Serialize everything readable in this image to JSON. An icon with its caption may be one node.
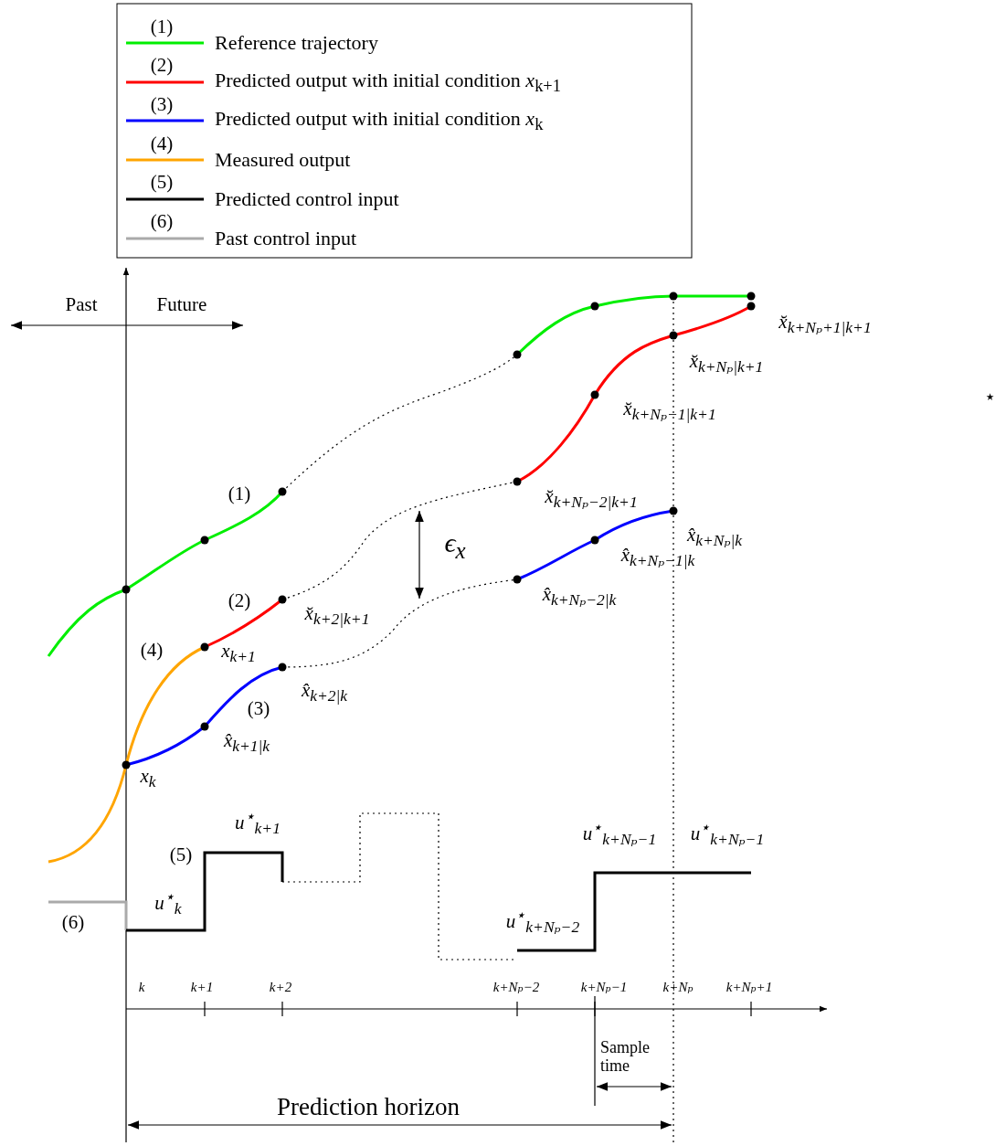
{
  "diagram": {
    "labels": [
      "(1)",
      "(2)",
      "(3)",
      "(4)",
      "(5)",
      "(6)",
      "Past",
      "Future",
      "x̆$_{k+Nₚ+1|k+1}$",
      "x̆$_{k+Nₚ|k+1}$",
      "⋆",
      "x̆$_{k+Nₚ−1|k+1}$",
      "(1)",
      "x̆$_{k+Nₚ−2|k+1}$",
      "ϵ$_{x}$",
      "x̂$_{k+Nₚ|k}$",
      "x̂$_{k+Nₚ−1|k}$",
      "(2)",
      "x̂$_{k+Nₚ−2|k}$",
      "x̆$_{k+2|k+1}$",
      "(4)",
      "x$_{k+1}$",
      "x̂$_{k+2|k}$",
      "(3)",
      "x̂$_{k+1|k}$",
      "x$_{k}$",
      "u$^{⋆}$$_{k+1}$",
      "u$^{⋆}$$_{k+Nₚ−1}$",
      "u$^{⋆}$$_{k+Nₚ−1}$",
      "(5)",
      "(6)",
      "u$^{⋆}$$_{k}$",
      "u$^{⋆}$$_{k+Nₚ−2}$",
      "k",
      "k+1",
      "k+2",
      "k+Nₚ−2",
      "k+Nₚ−1",
      "k+Nₚ",
      "k+Nₚ+1",
      "Sample time",
      "Prediction horizon"
    ],
    "legend": [
      {
        "text": "Reference trajectory",
        "color": "#00ee00"
      },
      {
        "text": "Predicted output with initial condition *x*$_{k+1}$",
        "color": "#ff0000"
      },
      {
        "text": "Predicted output with initial condition *x*$_{k}$",
        "color": "#0000ff"
      },
      {
        "text": "Measured output",
        "color": "#ffa500"
      },
      {
        "text": "Predicted control input",
        "color": "#000000"
      },
      {
        "text": "Past control input",
        "color": "#aaaaaa"
      }
    ]
  }
}
